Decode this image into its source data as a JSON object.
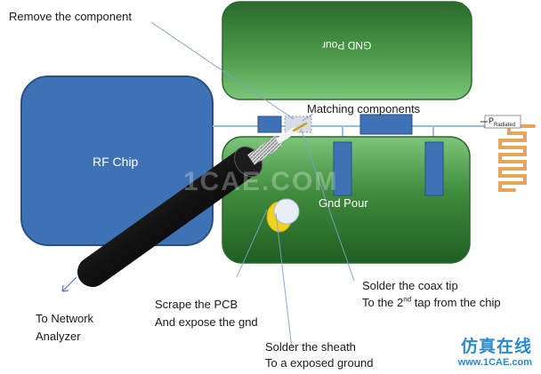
{
  "labels": {
    "remove_component": "Remove the component",
    "matching_components": "Matching components",
    "rf_chip": "RF  Chip",
    "gnd_pour_top": "GND Pour",
    "gnd_pour_bottom": "Gnd Pour",
    "p_radiated": "P",
    "p_radiated_sub": "Radiated",
    "to_network_line1": "To Network",
    "to_network_line2": "Analyzer",
    "scrape_line1": "Scrape the PCB",
    "scrape_line2": "And expose the gnd",
    "coax_tip_line1": "Solder the coax tip",
    "coax_tip_line2_a": "To the 2",
    "coax_tip_line2_sup": "nd",
    "coax_tip_line2_b": " tap from the chip",
    "sheath_line1": "Solder the sheath",
    "sheath_line2": "To a exposed ground"
  },
  "watermark": "1CAE.COM",
  "brand": {
    "name": "仿真在线",
    "url": "www.1CAE.com"
  },
  "colors": {
    "board_green": "#3f8a3c",
    "board_green_light": "#62b15f",
    "chip_blue": "#3e72b5",
    "chip_border": "#2a4f86",
    "trace_blue": "#9bbde0",
    "antenna_orange": "#e8a45a",
    "cable_black": "#111111",
    "sheath_yellow": "#f2d21b"
  }
}
